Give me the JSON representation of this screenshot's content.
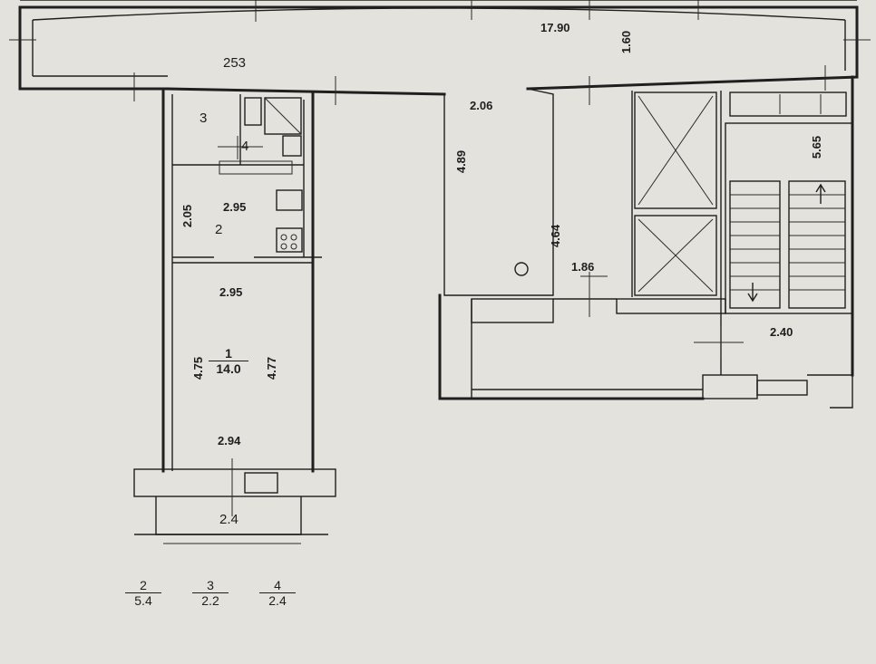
{
  "corridor": {
    "length": "17.90",
    "depth": "1.60",
    "segment": "253"
  },
  "hall": {
    "width": "2.06",
    "length": "4.89"
  },
  "lobby": {
    "length": "4.64",
    "width": "1.86"
  },
  "stair": {
    "length": "5.65",
    "width": "2.40"
  },
  "rooms": {
    "room3": {
      "id": "3"
    },
    "room4": {
      "id": "4"
    },
    "kitchen": {
      "id": "2",
      "width": "2.95",
      "depth": "2.05"
    },
    "living": {
      "id": "1",
      "area": "14.0",
      "width_top": "2.95",
      "width_bottom": "2.94",
      "left_len": "4.75",
      "right_len": "4.77"
    }
  },
  "balcony": {
    "width": "2.4"
  },
  "legend": [
    {
      "room": "2",
      "area": "5.4"
    },
    {
      "room": "3",
      "area": "2.2"
    },
    {
      "room": "4",
      "area": "2.4"
    }
  ]
}
